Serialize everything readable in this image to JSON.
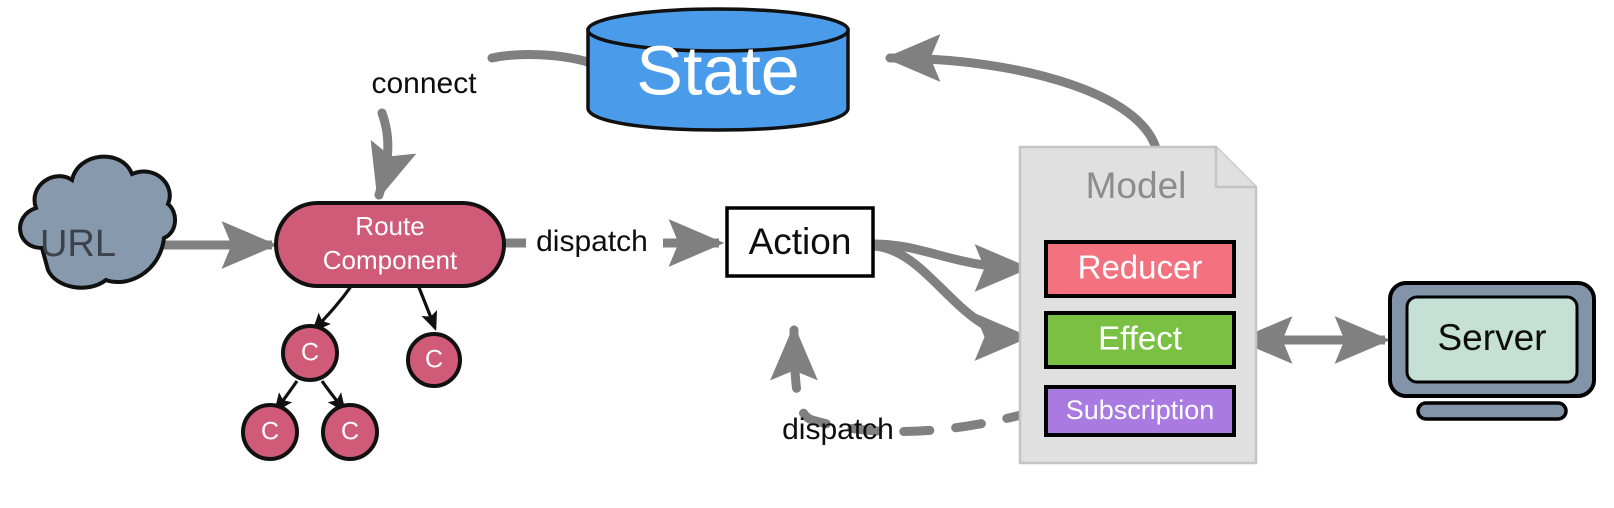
{
  "diagram": {
    "title": "Redux-style application data flow",
    "type": "architecture-flow-diagram",
    "background": "#ffffff"
  },
  "nodes": {
    "url": {
      "label": "URL",
      "shape": "cloud",
      "fill": "#8799ac",
      "stroke": "#1a1a1a",
      "text_color": "#3b424c"
    },
    "route_component": {
      "label_line1": "Route",
      "label_line2": "Component",
      "shape": "rounded-rectangle",
      "fill": "#cf5b78",
      "stroke": "#111111",
      "text_color": "#ffffff"
    },
    "component_tree": {
      "shape": "circle",
      "fill": "#cf5b78",
      "stroke": "#111111",
      "text_color": "#ffffff",
      "items": [
        {
          "label": "C",
          "name": "component-node-1"
        },
        {
          "label": "C",
          "name": "component-node-2"
        },
        {
          "label": "C",
          "name": "component-node-3"
        },
        {
          "label": "C",
          "name": "component-node-4"
        }
      ]
    },
    "action": {
      "label": "Action",
      "shape": "rectangle",
      "fill": "#ffffff",
      "stroke": "#000000",
      "text_color": "#0d0d0d"
    },
    "state": {
      "label": "State",
      "shape": "cylinder",
      "fill": "#4a9ceb",
      "stroke": "#111111",
      "text_color": "#ffffff"
    },
    "model": {
      "label": "Model",
      "shape": "document-folded-corner",
      "fill": "#e0e0e0",
      "stroke": "#c4c4c4",
      "text_color": "#8c8c8c",
      "children": [
        {
          "label": "Reducer",
          "name": "reducer-box",
          "fill": "#f4717f",
          "stroke": "#000000",
          "text_color": "#ffffff"
        },
        {
          "label": "Effect",
          "name": "effect-box",
          "fill": "#7ac143",
          "stroke": "#000000",
          "text_color": "#ffffff"
        },
        {
          "label": "Subscription",
          "name": "subscription-box",
          "fill": "#a97be0",
          "stroke": "#000000",
          "text_color": "#ffffff"
        }
      ]
    },
    "server": {
      "label": "Server",
      "shape": "monitor",
      "bezel_fill": "#8294a8",
      "screen_fill": "#c5e0d5",
      "stroke": "#000000",
      "text_color": "#0d0d0d"
    }
  },
  "edges": [
    {
      "name": "url-to-route",
      "label": "",
      "from": "url",
      "to": "route_component",
      "style": "solid",
      "arrow": "single",
      "color": "#808080"
    },
    {
      "name": "state-to-route-connect",
      "label": "connect",
      "from": "state",
      "to": "route_component",
      "style": "solid",
      "arrow": "single",
      "color": "#808080"
    },
    {
      "name": "route-to-action-dispatch",
      "label": "dispatch",
      "from": "route_component",
      "to": "action",
      "style": "solid",
      "arrow": "single",
      "color": "#808080"
    },
    {
      "name": "action-to-reducer",
      "label": "",
      "from": "action",
      "to": "reducer",
      "style": "solid",
      "arrow": "single",
      "color": "#808080"
    },
    {
      "name": "action-to-effect",
      "label": "",
      "from": "action",
      "to": "effect",
      "style": "solid",
      "arrow": "single",
      "color": "#808080"
    },
    {
      "name": "model-to-state",
      "label": "",
      "from": "model",
      "to": "state",
      "style": "solid",
      "arrow": "single",
      "color": "#808080"
    },
    {
      "name": "effect-to-server",
      "label": "",
      "from": "effect",
      "to": "server",
      "style": "solid",
      "arrow": "double",
      "color": "#808080"
    },
    {
      "name": "subscription-to-action-dispatch",
      "label": "dispatch",
      "from": "subscription",
      "to": "action",
      "style": "dashed",
      "arrow": "single",
      "color": "#808080"
    }
  ],
  "labels": {
    "connect": "connect",
    "dispatch_top": "dispatch",
    "dispatch_bottom": "dispatch"
  }
}
